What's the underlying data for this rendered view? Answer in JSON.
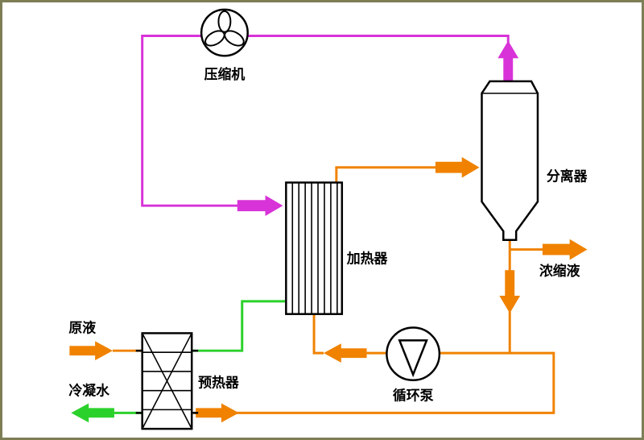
{
  "colors": {
    "orange": "#f08200",
    "magenta": "#d833d8",
    "green": "#2bd12b",
    "ink": "#000000",
    "frame": "#7e7e56",
    "background": "#ffffff"
  },
  "equipment": {
    "compressor": {
      "label": "压缩机"
    },
    "separator": {
      "label": "分离器"
    },
    "heater": {
      "label": "加热器"
    },
    "preheater": {
      "label": "预热器"
    },
    "circulation_pump": {
      "label": "循环泵"
    }
  },
  "streams": {
    "feed": {
      "label": "原液"
    },
    "condensate": {
      "label": "冷凝水"
    },
    "concentrate": {
      "label": "浓缩液"
    }
  }
}
